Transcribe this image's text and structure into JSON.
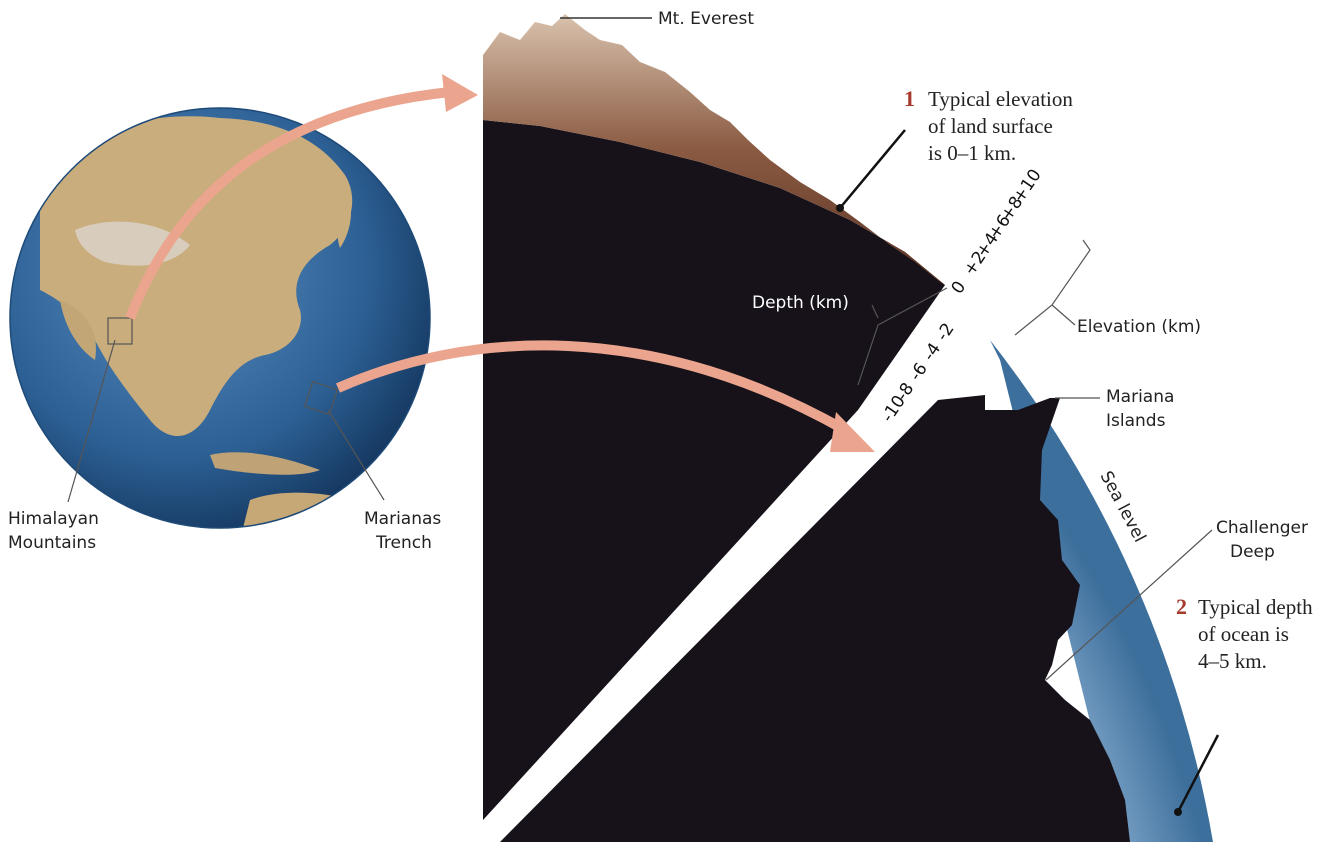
{
  "labels": {
    "everest": "Mt. Everest",
    "himalayan_line1": "Himalayan",
    "himalayan_line2": "Mountains",
    "marianas_trench_line1": "Marianas",
    "marianas_trench_line2": "Trench",
    "depth": "Depth (km)",
    "elevation": "Elevation (km)",
    "mariana_islands_line1": "Mariana",
    "mariana_islands_line2": "Islands",
    "sea_level": "Sea level",
    "challenger_line1": "Challenger",
    "challenger_line2": "Deep"
  },
  "notes": [
    {
      "number": "1",
      "lines": [
        "Typical elevation",
        "of land surface",
        "is 0–1 km."
      ]
    },
    {
      "number": "2",
      "lines": [
        "Typical depth",
        "of ocean is",
        "4–5 km."
      ]
    }
  ],
  "elevation_scale": [
    "0",
    "+2",
    "+4",
    "+6",
    "+8",
    "+10"
  ],
  "depth_scale": [
    "-2",
    "-4",
    "-6",
    "-8",
    "-10"
  ],
  "colors": {
    "earth": "#17121a",
    "ocean_light": "#dde9f4",
    "ocean_dark": "#3a6f9e",
    "arrow": "#eba58e",
    "mountain": "#7a4a35",
    "number_accent": "#a6382c"
  }
}
